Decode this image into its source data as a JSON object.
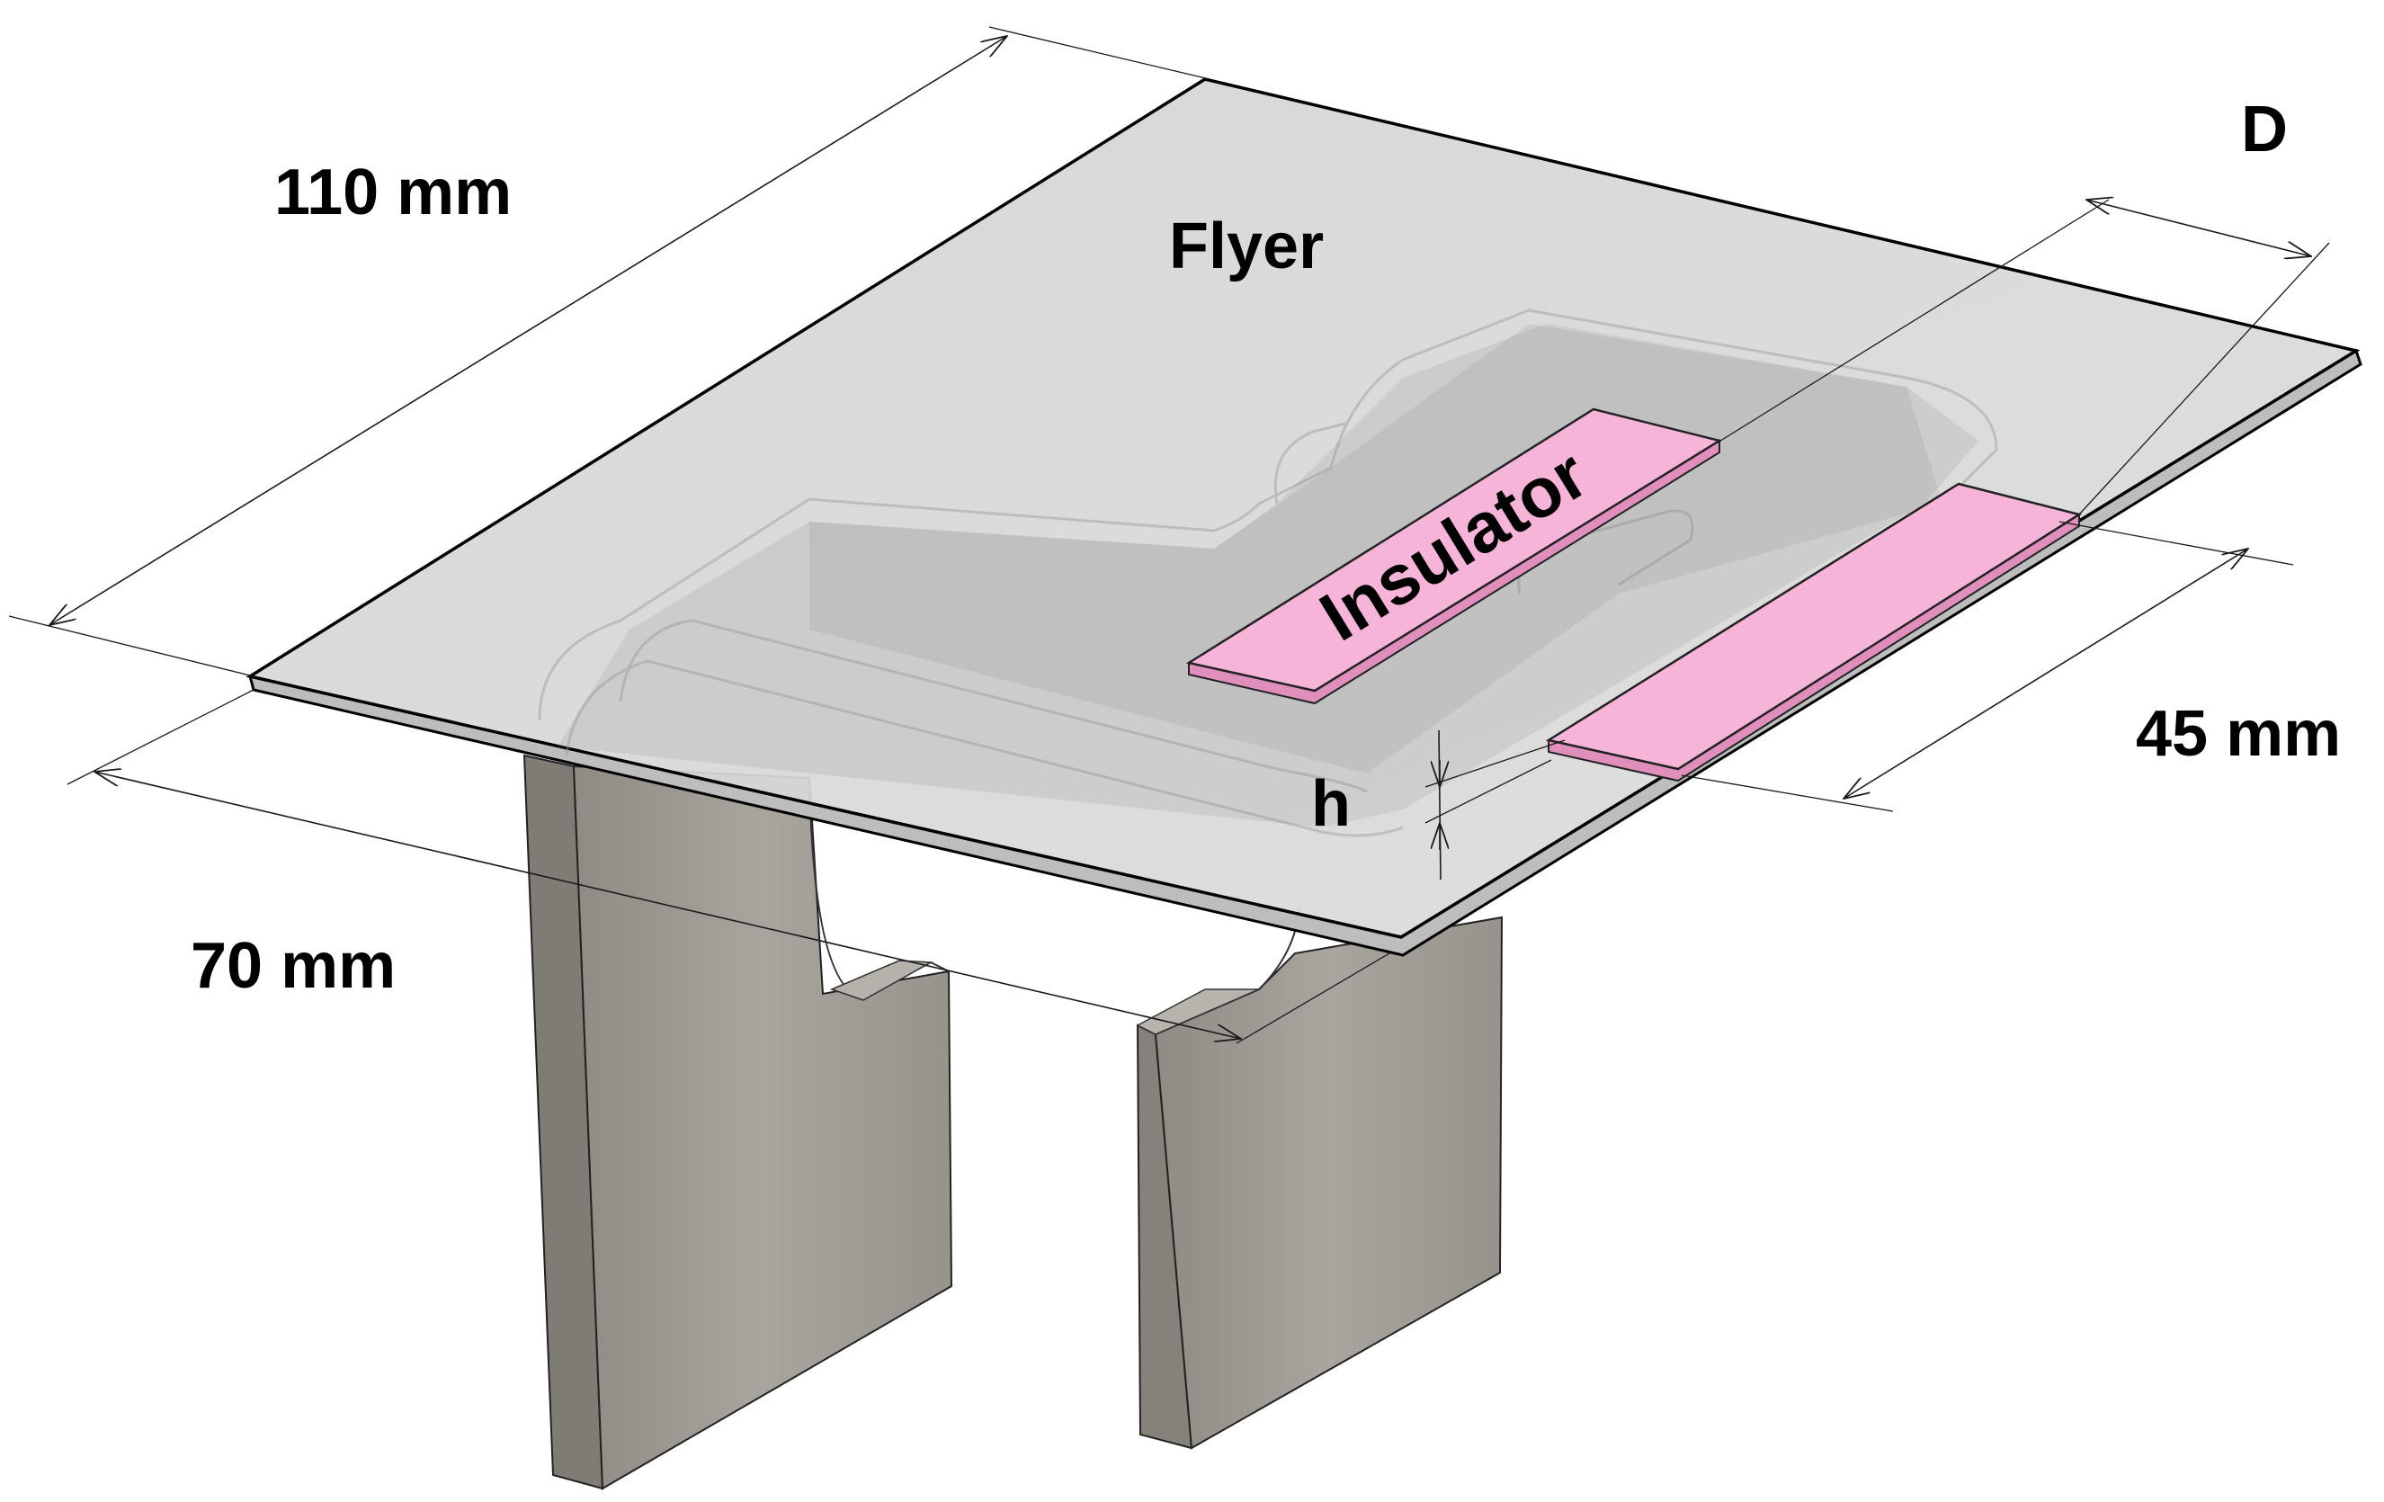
{
  "labels": {
    "length": "110 mm",
    "width": "70 mm",
    "strip_length": "45 mm",
    "flyer": "Flyer",
    "insulator": "Insulator",
    "gap": "D",
    "height": "h"
  },
  "colors": {
    "flyer_plate": "#d8d8d8",
    "insulator": "#f7b4d9",
    "frame": "#a09c95",
    "outline": "#000000"
  }
}
